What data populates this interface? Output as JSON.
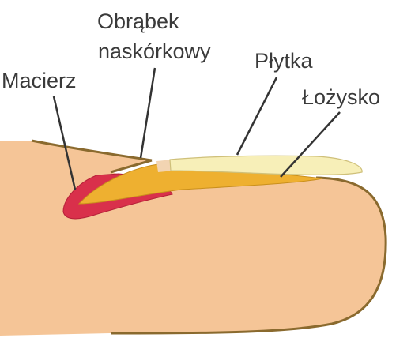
{
  "labels": {
    "matrix": "Macierz",
    "cuticle_line1": "Obrąbek",
    "cuticle_line2": "naskórkowy",
    "plate": "Płytka",
    "bed": "Łożysko"
  },
  "colors": {
    "skin": "#f5c597",
    "skin_outline": "#8a6a2e",
    "matrix": "#d9304b",
    "bed": "#eeb030",
    "plate": "#f7efb8",
    "lunula": "#f2d4b2",
    "leader": "#333333",
    "text": "#3a3a3a"
  }
}
